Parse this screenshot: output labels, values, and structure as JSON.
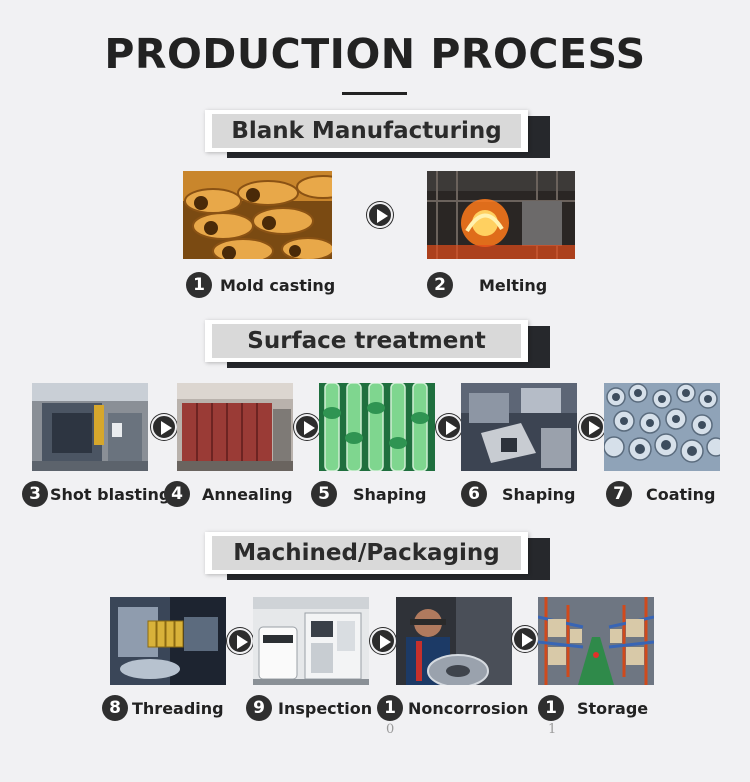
{
  "page": {
    "title": "PRODUCTION PROCESS"
  },
  "sections": {
    "blank": {
      "title": "Blank Manufacturing"
    },
    "surface": {
      "title": "Surface treatment"
    },
    "machined": {
      "title": "Machined/Packaging"
    }
  },
  "steps": {
    "s1": {
      "num": "1",
      "label": "Mold casting"
    },
    "s2": {
      "num": "2",
      "label": "Melting"
    },
    "s3": {
      "num": "3",
      "label": "Shot blasting"
    },
    "s4": {
      "num": "4",
      "label": "Annealing"
    },
    "s5": {
      "num": "5",
      "label": "Shaping"
    },
    "s6": {
      "num": "6",
      "label": "Shaping"
    },
    "s7": {
      "num": "7",
      "label": "Coating"
    },
    "s8": {
      "num": "8",
      "label": "Threading"
    },
    "s9": {
      "num": "9",
      "label": "Inspection"
    },
    "s10": {
      "num": "1",
      "tail": "0",
      "label": "Noncorrosion"
    },
    "s11": {
      "num": "1",
      "tail": "1",
      "label": "Storage"
    }
  },
  "icons": {
    "arrow": "play-arrow-icon"
  },
  "colors": {
    "background": "#f1f1f3",
    "badge": "#2f2f2f",
    "banner_fill": "#d9d9d9",
    "banner_shadow": "#26282c"
  }
}
